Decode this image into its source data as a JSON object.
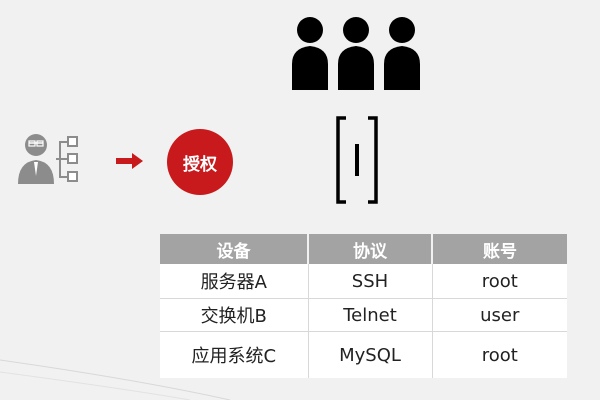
{
  "auth": {
    "label": "授权"
  },
  "table": {
    "headers": [
      "设备",
      "协议",
      "账号"
    ],
    "rows": [
      [
        "服务器A",
        "SSH",
        "root"
      ],
      [
        "交换机B",
        "Telnet",
        "user"
      ],
      [
        "应用系统C",
        "MySQL",
        "root"
      ]
    ]
  },
  "colors": {
    "accent_red": "#c8191d",
    "header_gray": "#a3a3a3",
    "icon_gray": "#8c8c8c",
    "background": "#f1f1f1"
  },
  "icons": {
    "admin": "admin-hierarchy-icon",
    "arrow": "right-arrow-icon",
    "users": "user-group-icon",
    "bracket": "bracket-cursor-icon"
  }
}
